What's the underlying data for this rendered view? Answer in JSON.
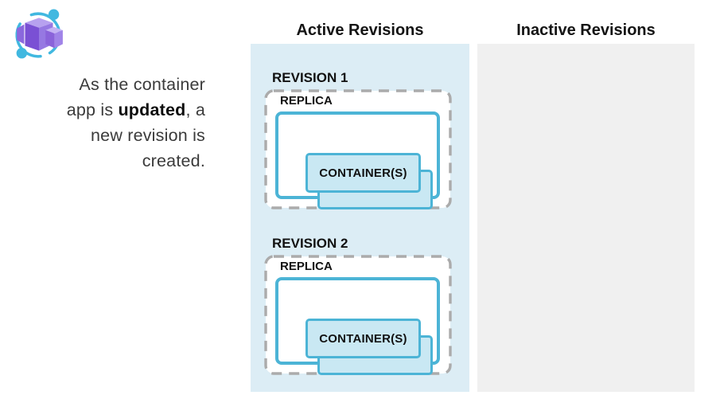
{
  "intro": {
    "line1": "As the container",
    "line2_pre": "app is ",
    "line2_bold": "updated",
    "line2_post": ", a",
    "line3": "new revision is",
    "line4": "created."
  },
  "columns": {
    "active": {
      "title": "Active Revisions"
    },
    "inactive": {
      "title": "Inactive Revisions"
    }
  },
  "revisions": [
    {
      "label": "REVISION 1",
      "replica_label": "REPLICA",
      "container_label": "CONTAINER(S)"
    },
    {
      "label": "REVISION 2",
      "replica_label": "REPLICA",
      "container_label": "CONTAINER(S)"
    }
  ],
  "icon": {
    "name": "azure-container-apps-icon"
  },
  "colors": {
    "active_panel_bg": "#dcedf5",
    "inactive_panel_bg": "#f0f0f0",
    "box_border_blue": "#4cb4d6",
    "container_fill": "#c9e8f3",
    "dashed_border": "#ababab",
    "icon_blue": "#41b8e0",
    "icon_purple_dark": "#7a50d4",
    "icon_purple_mid": "#9678e2",
    "icon_purple_light": "#b7a1ef"
  }
}
